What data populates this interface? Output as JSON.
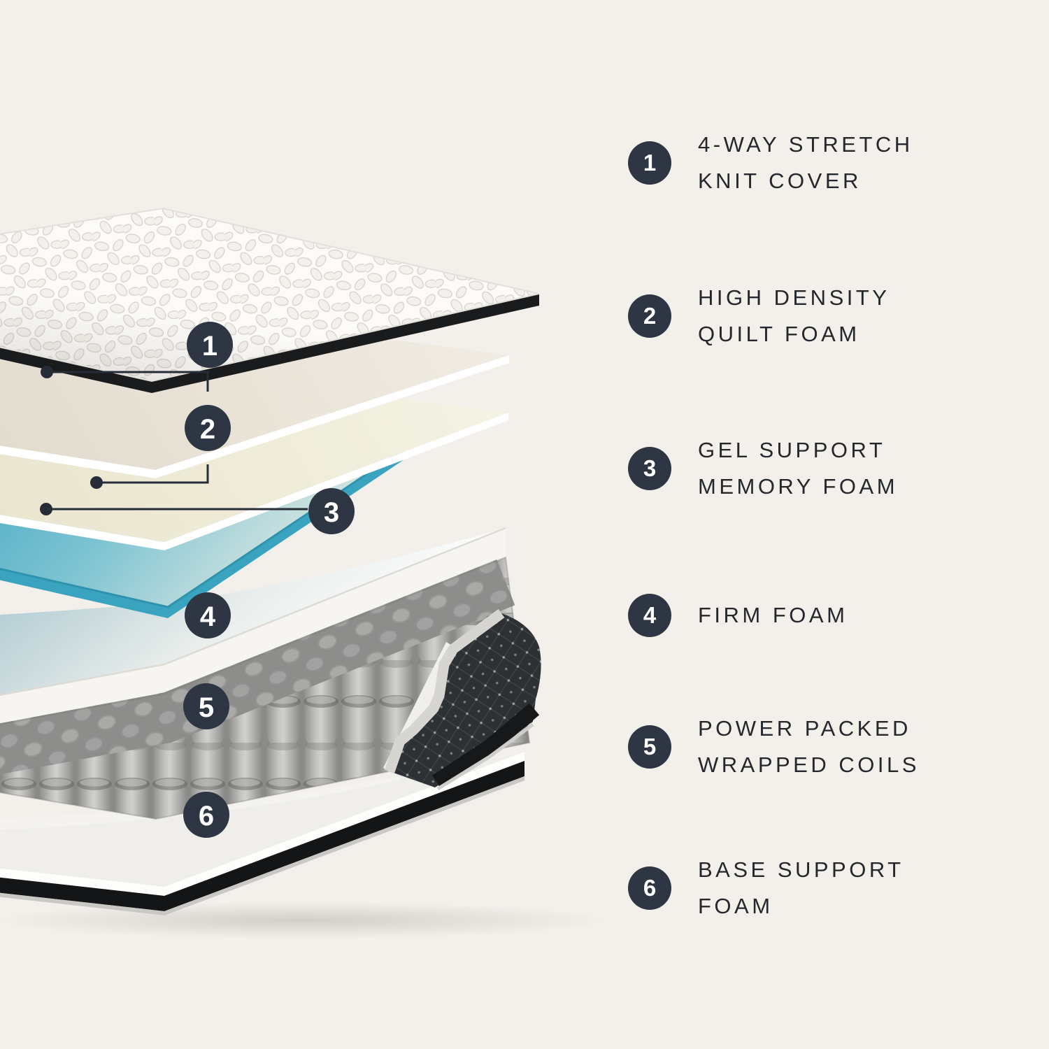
{
  "diagram": {
    "badges": [
      {
        "number": "1"
      },
      {
        "number": "2"
      },
      {
        "number": "3"
      },
      {
        "number": "4"
      },
      {
        "number": "5"
      },
      {
        "number": "6"
      }
    ]
  },
  "legend": {
    "items": [
      {
        "number": "1",
        "line1": "4-WAY STRETCH",
        "line2": "KNIT COVER"
      },
      {
        "number": "2",
        "line1": "HIGH DENSITY",
        "line2": "QUILT FOAM"
      },
      {
        "number": "3",
        "line1": "GEL SUPPORT",
        "line2": "MEMORY FOAM"
      },
      {
        "number": "4",
        "line1": "FIRM FOAM",
        "line2": ""
      },
      {
        "number": "5",
        "line1": "POWER PACKED",
        "line2": "WRAPPED COILS"
      },
      {
        "number": "6",
        "line1": "BASE SUPPORT",
        "line2": "FOAM"
      }
    ]
  },
  "colors": {
    "background": "#f3efeb",
    "badge": "#2d3642",
    "badge_text": "#ffffff",
    "text": "#24272b",
    "gel_teal": "#3aa4c0",
    "cover_edge": "#1a1b1d"
  }
}
